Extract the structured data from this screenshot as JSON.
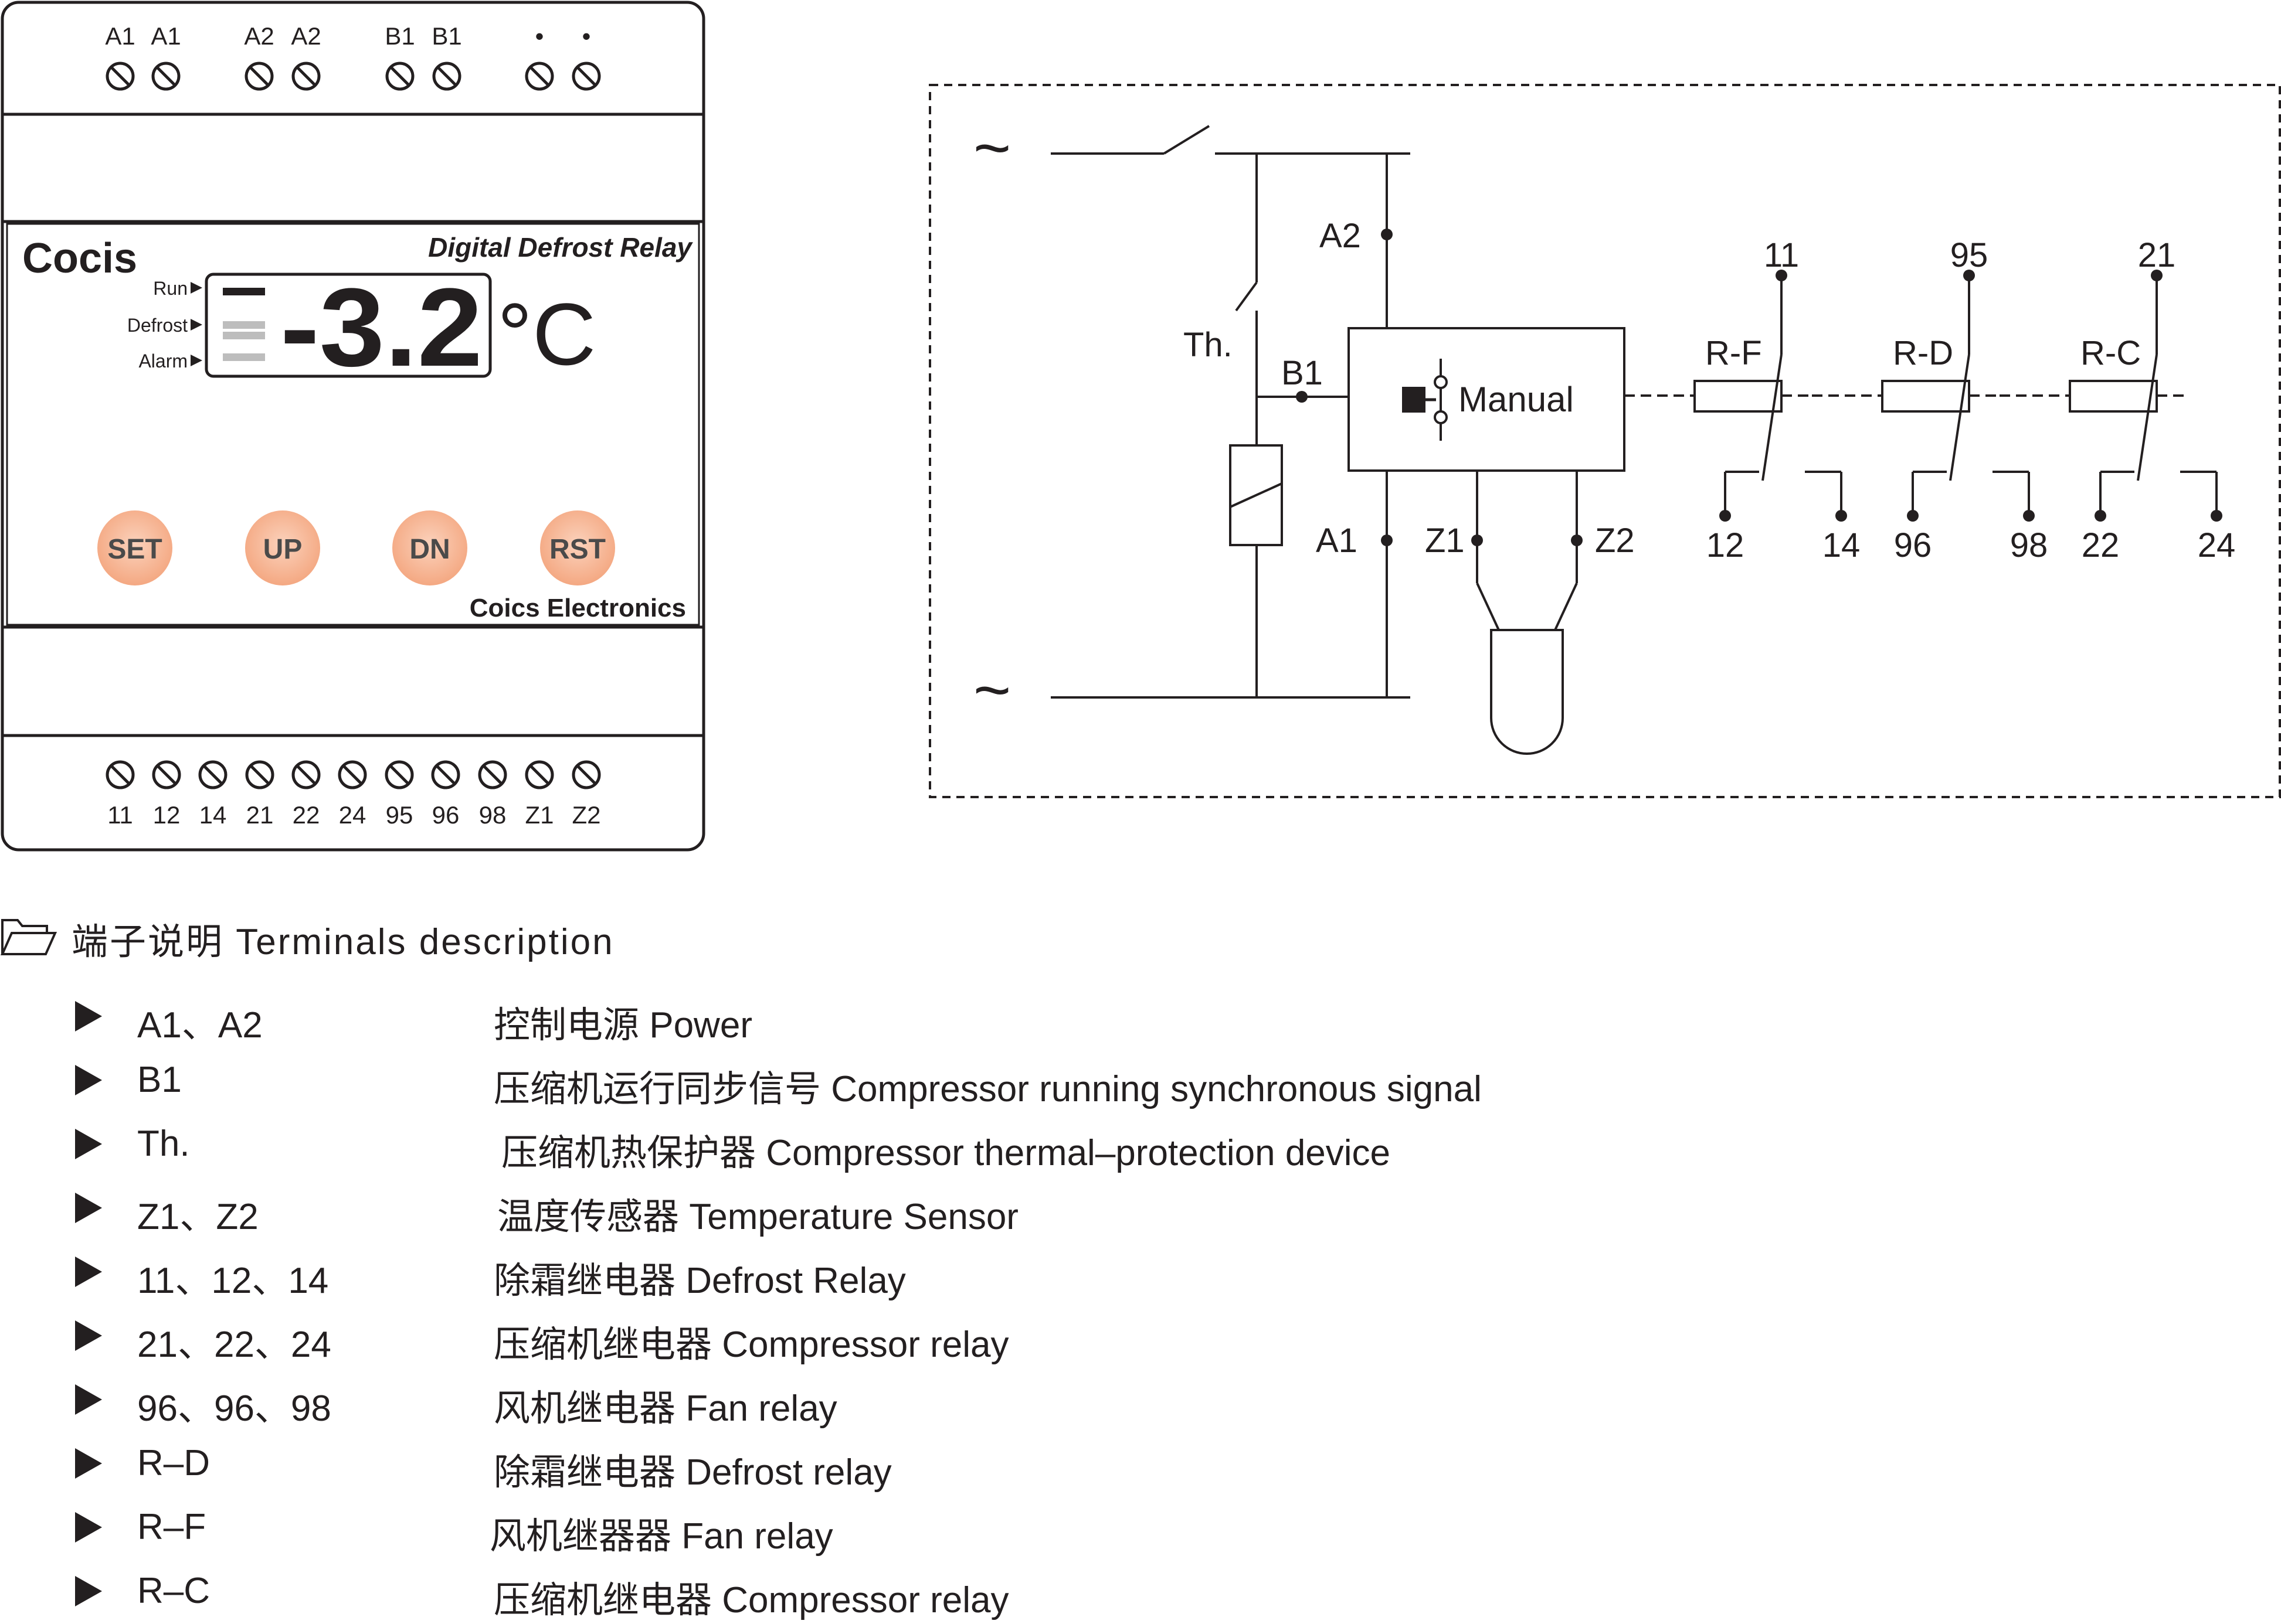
{
  "device": {
    "top_terminal_labels": [
      "A1",
      "A1",
      "A2",
      "A2",
      "B1",
      "B1",
      "•",
      "•"
    ],
    "brand": "Cocis",
    "product_name": "Digital Defrost Relay",
    "indicators": [
      "Run",
      "Defrost",
      "Alarm"
    ],
    "display_value": "-3.2",
    "display_unit": "°C",
    "buttons": [
      "SET",
      "UP",
      "DN",
      "RST"
    ],
    "manufacturer": "Coics Electronics",
    "bottom_terminal_labels": [
      "11",
      "12",
      "14",
      "21",
      "22",
      "24",
      "95",
      "96",
      "98",
      "Z1",
      "Z2"
    ],
    "colors": {
      "button": "#f4a882",
      "button_center": "#fbd2bc",
      "led_dim": "#bdbdbd",
      "led": "#231f20"
    }
  },
  "schematic": {
    "supply_symbol_top": "~",
    "supply_symbol_bottom": "~",
    "thermal_label": "Th.",
    "node_a2": "A2",
    "node_b1": "B1",
    "node_a1": "A1",
    "node_z1": "Z1",
    "node_z2": "Z2",
    "manual_label": "Manual",
    "relays": [
      {
        "name": "R-F",
        "common": "11",
        "nc": "12",
        "no": "14"
      },
      {
        "name": "R-D",
        "common": "95",
        "nc": "96",
        "no": "98"
      },
      {
        "name": "R-C",
        "common": "21",
        "nc": "22",
        "no": "24"
      }
    ]
  },
  "description": {
    "title": "端子说明 Terminals  description",
    "rows": [
      {
        "term": "A1、A2",
        "desc": "控制电源  Power"
      },
      {
        "term": "B1",
        "desc": "压缩机运行同步信号 Compressor running synchronous signal"
      },
      {
        "term": "Th.",
        "desc": "压缩机热保护器 Compressor thermal–protection device"
      },
      {
        "term": "Z1、Z2",
        "desc": "温度传感器 Temperature Sensor"
      },
      {
        "term": "11、12、14",
        "desc": "除霜继电器  Defrost Relay"
      },
      {
        "term": "21、22、24",
        "desc": "压缩机继电器  Compressor relay"
      },
      {
        "term": "96、96、98",
        "desc": "风机继电器  Fan relay"
      },
      {
        "term": "R–D",
        "desc": "除霜继电器  Defrost relay"
      },
      {
        "term": "R–F",
        "desc": "风机继器器   Fan relay"
      },
      {
        "term": "R–C",
        "desc": "压缩机继电器    Compressor relay"
      }
    ]
  }
}
